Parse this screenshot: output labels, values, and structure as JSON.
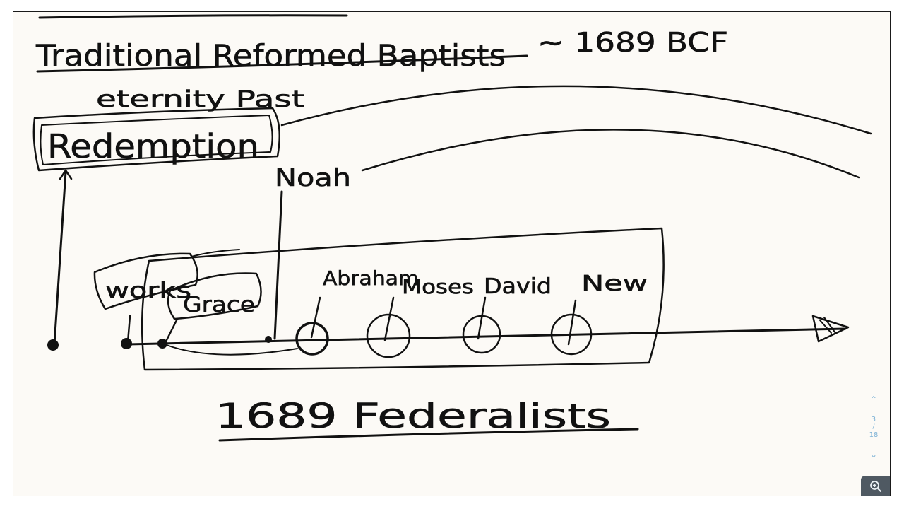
{
  "whiteboard": {
    "heading": "Traditional Reformed Baptists",
    "heading_suffix": "~ 1689 BCF",
    "eternity_label": "eternity Past",
    "redemption_label": "Redemption",
    "noah_label": "Noah",
    "works_label": "works",
    "grace_label": "Grace",
    "covenant_labels": [
      "Abraham",
      "Moses",
      "David",
      "New"
    ],
    "footer_label": "1689 Federalists",
    "ink_color": "#111111",
    "paper_color": "#fcfaf6"
  },
  "pager": {
    "up_icon": "chevron-up-icon",
    "current": "3",
    "separator": "/",
    "total": "18",
    "down_icon": "chevron-down-icon"
  },
  "zoom_button": {
    "icon": "zoom-in-icon",
    "color": "#4f5962"
  }
}
